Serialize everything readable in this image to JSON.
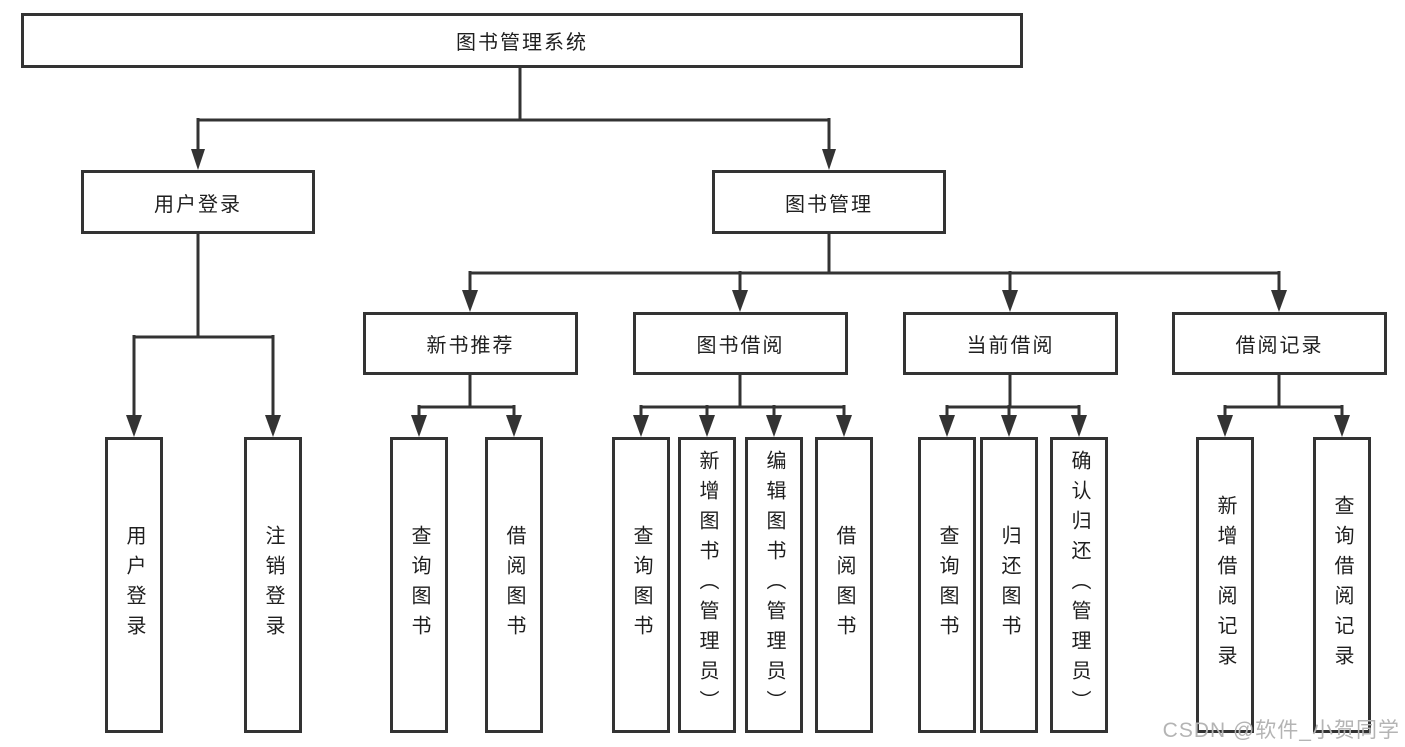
{
  "tree": {
    "root": {
      "label": "图书管理系统",
      "children": [
        {
          "label": "用户登录",
          "children": [
            {
              "label": "用户登录"
            },
            {
              "label": "注销登录"
            }
          ]
        },
        {
          "label": "图书管理",
          "children": [
            {
              "label": "新书推荐",
              "children": [
                {
                  "label": "查询图书"
                },
                {
                  "label": "借阅图书"
                }
              ]
            },
            {
              "label": "图书借阅",
              "children": [
                {
                  "label": "查询图书"
                },
                {
                  "label": "新增图书（管理员）"
                },
                {
                  "label": "编辑图书（管理员）"
                },
                {
                  "label": "借阅图书"
                }
              ]
            },
            {
              "label": "当前借阅",
              "children": [
                {
                  "label": "查询图书"
                },
                {
                  "label": "归还图书"
                },
                {
                  "label": "确认归还（管理员）"
                }
              ]
            },
            {
              "label": "借阅记录",
              "children": [
                {
                  "label": "新增借阅记录"
                },
                {
                  "label": "查询借阅记录"
                }
              ]
            }
          ]
        }
      ]
    }
  },
  "watermark": {
    "text": "CSDN @软件_小贺同学"
  },
  "colors": {
    "line": "#333333",
    "box_border": "#333333",
    "text": "#1f1f1f",
    "background": "#ffffff",
    "watermark": "#b4b4b4"
  }
}
